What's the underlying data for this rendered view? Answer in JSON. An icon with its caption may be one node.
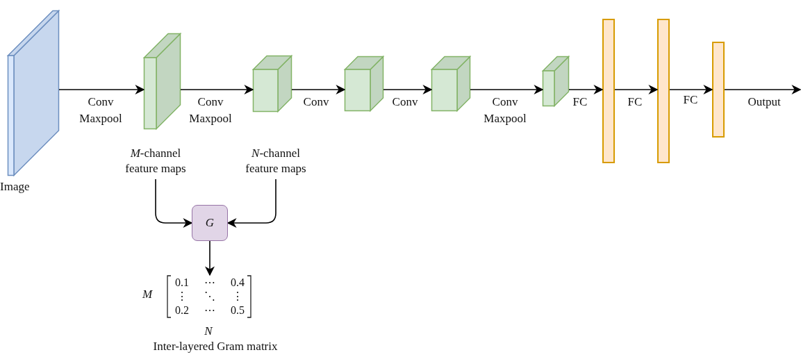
{
  "diagram": {
    "nodes": [
      {
        "text": [],
        "shape": "box",
        "beside": [
          "Image"
        ]
      },
      {
        "text": [],
        "shape": "box"
      },
      {
        "text": [],
        "shape": "box"
      },
      {
        "text": [],
        "shape": "box"
      },
      {
        "text": [],
        "shape": "box"
      },
      {
        "text": [],
        "shape": "box"
      },
      {
        "text": [],
        "shape": "bar"
      },
      {
        "text": [],
        "shape": "bar"
      },
      {
        "text": [],
        "shape": "bar"
      },
      {
        "text": [
          "*M*-channel feature maps"
        ]
      },
      {
        "text": [
          "*N*-channel feature maps"
        ]
      },
      {
        "text": [
          "G"
        ]
      },
      {
        "text": [
          "0.1",
          "⋯",
          "0.4",
          "⋮",
          "⋱",
          "⋮",
          "0.2",
          "⋯",
          "0.5"
        ],
        "beside": [
          "M",
          "N",
          "Inter-layered Gram matrix"
        ]
      }
    ],
    "edges": [
      {
        "from": 0,
        "to": 1,
        "arrow": "to",
        "label": "Conv Maxpool"
      },
      {
        "from": 1,
        "to": 2,
        "arrow": "to",
        "label": "Conv Maxpool"
      },
      {
        "from": 2,
        "to": 3,
        "arrow": "to",
        "label": "Conv"
      },
      {
        "from": 3,
        "to": 4,
        "arrow": "to",
        "label": "Conv"
      },
      {
        "from": 4,
        "to": 5,
        "arrow": "to",
        "label": "Conv Maxpool"
      },
      {
        "from": 5,
        "to": 6,
        "arrow": "to",
        "label": "FC"
      },
      {
        "from": 6,
        "to": 7,
        "arrow": "to",
        "label": "FC"
      },
      {
        "from": 7,
        "to": 8,
        "arrow": "to",
        "label": "FC"
      },
      {
        "from": 8,
        "to": null,
        "arrow": "to",
        "label": "Output"
      },
      {
        "from": 9,
        "to": 11,
        "arrow": "to"
      },
      {
        "from": 10,
        "to": 11,
        "arrow": "to"
      },
      {
        "from": 11,
        "to": 12,
        "arrow": "to"
      }
    ]
  }
}
